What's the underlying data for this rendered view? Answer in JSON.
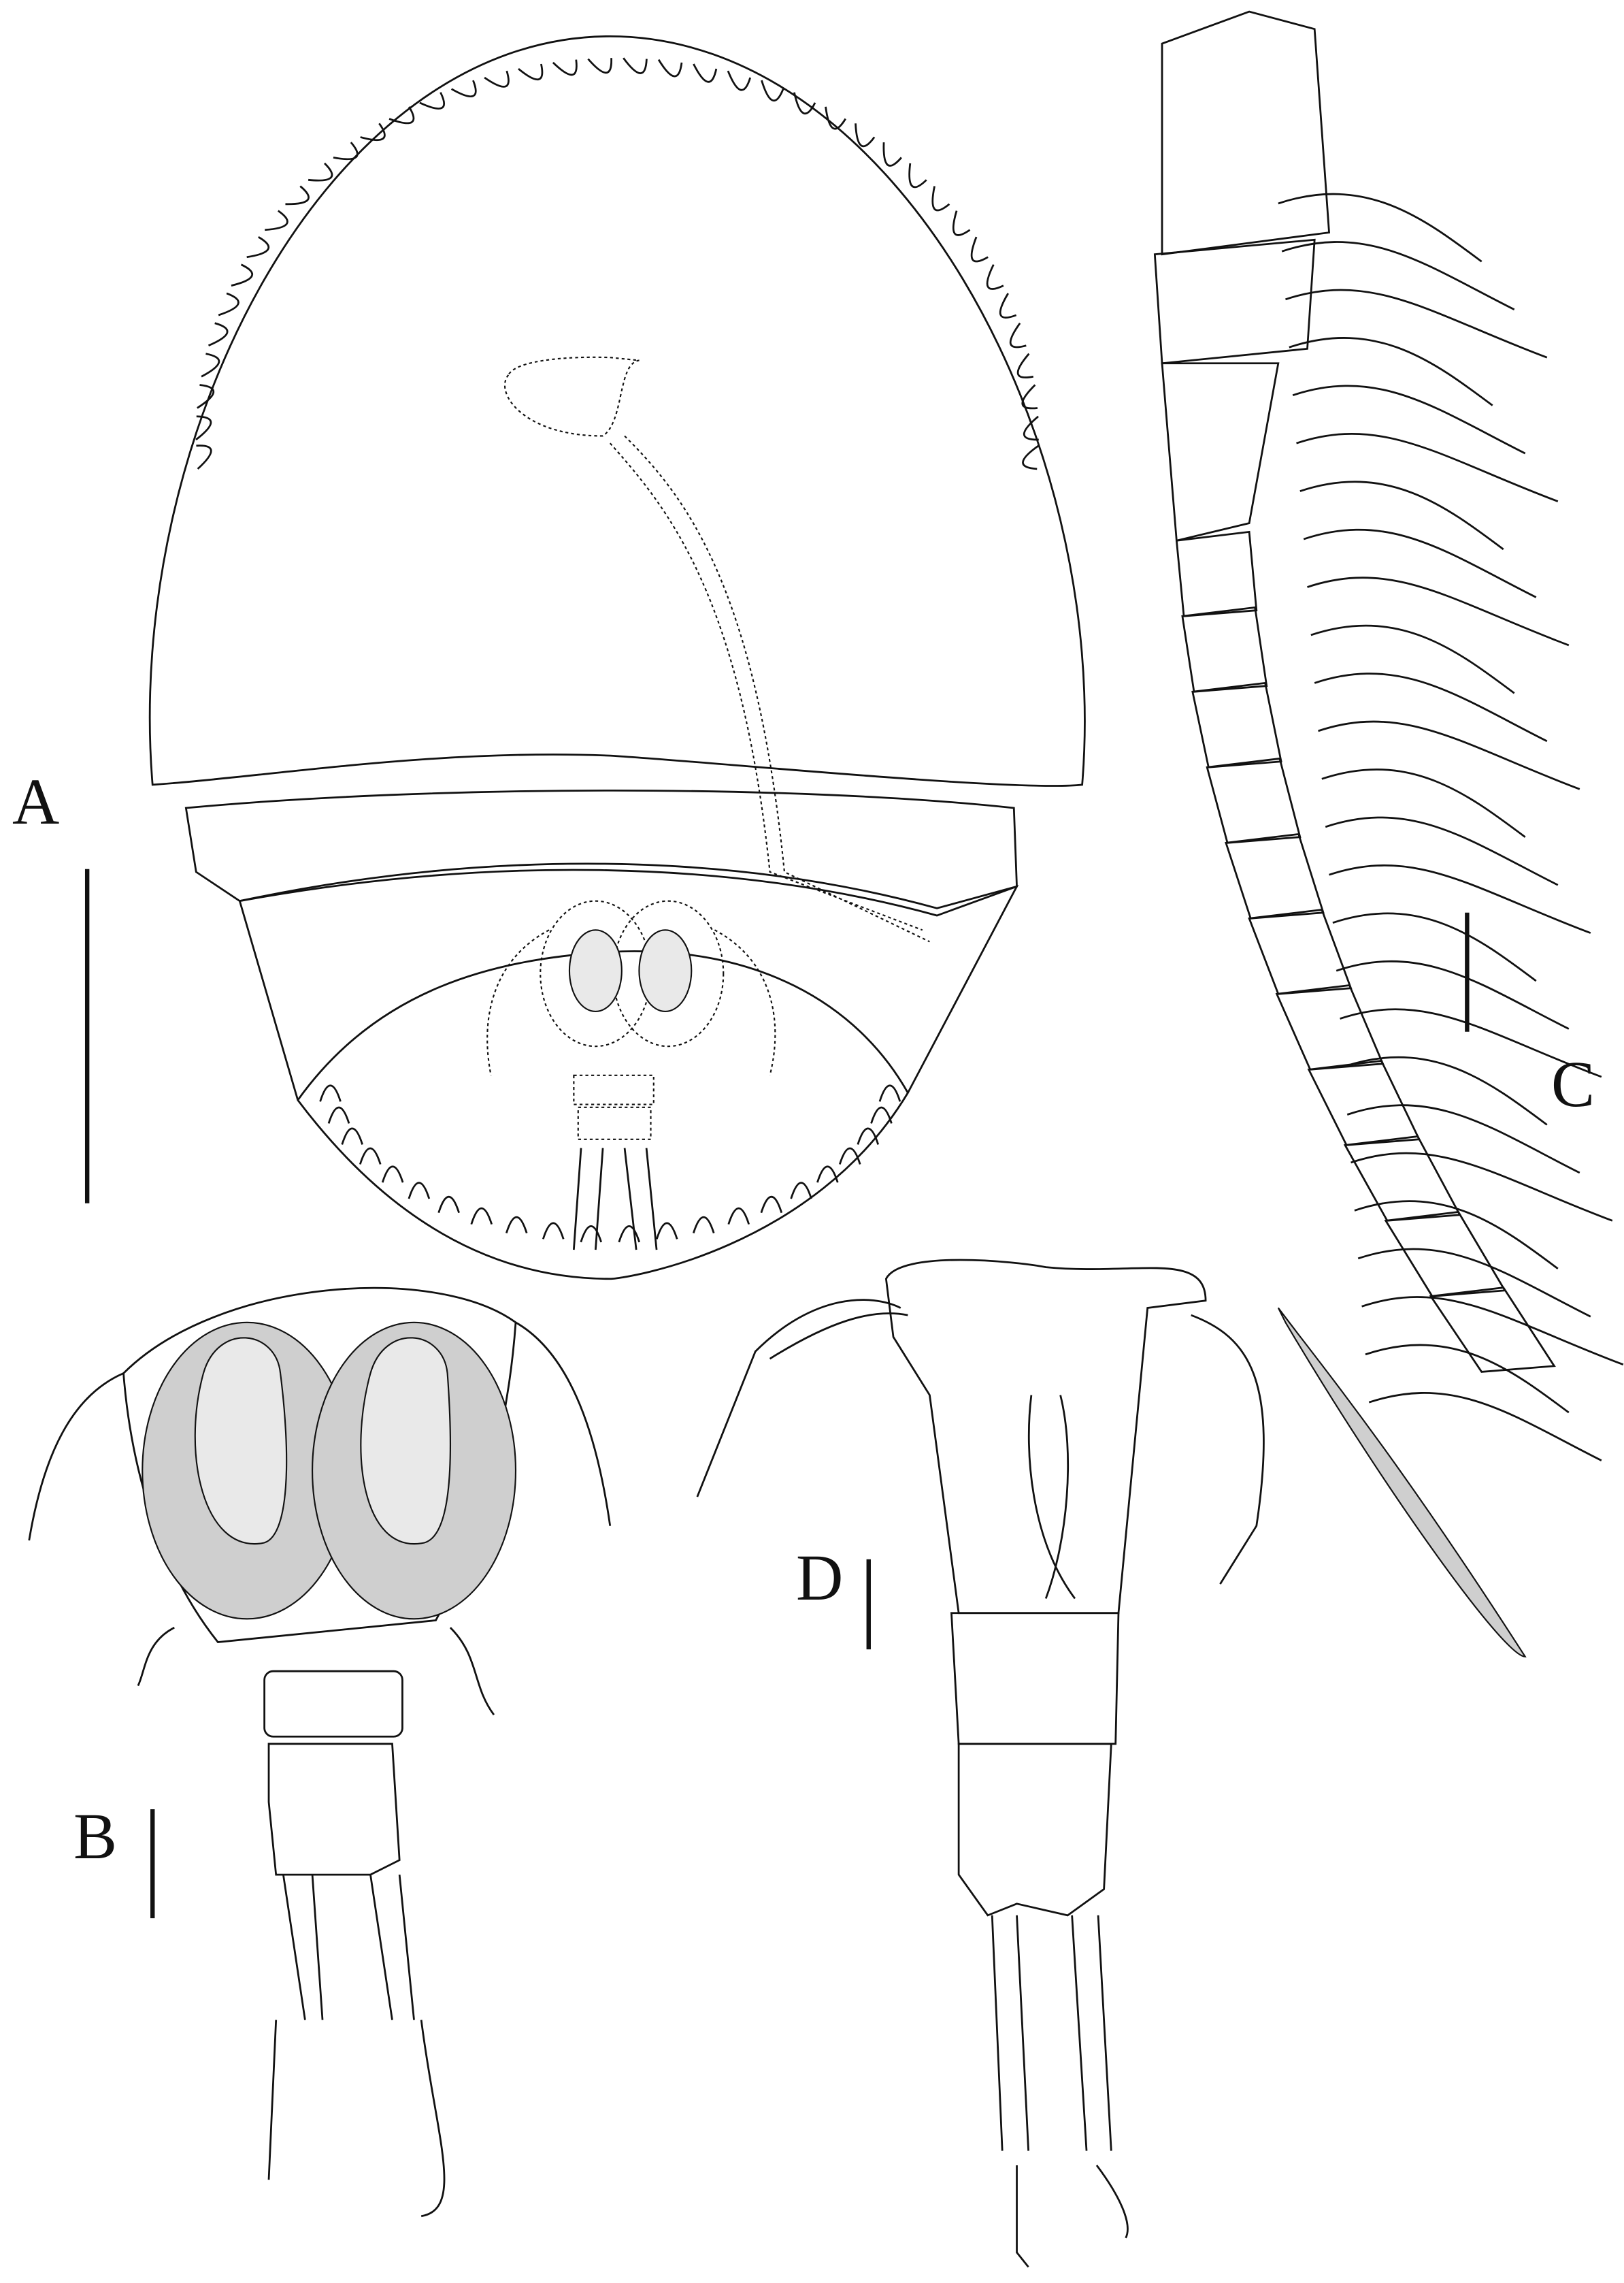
{
  "figure": {
    "panel_labels": {
      "a": "A",
      "b": "B",
      "c": "C",
      "d": "D"
    },
    "colors": {
      "line": "#111111",
      "stipple": "#cfcfcf",
      "background": "#ffffff"
    }
  }
}
